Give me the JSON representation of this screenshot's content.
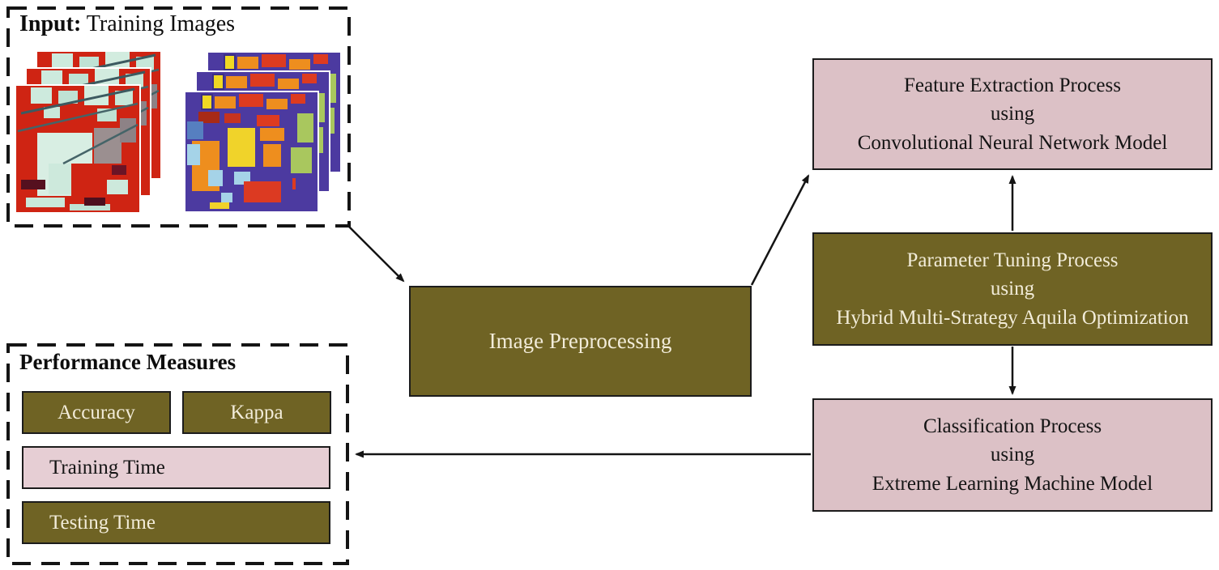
{
  "figure": {
    "input": {
      "label_bold": "Input:",
      "label_rest": " Training Images",
      "icons": [
        {
          "name": "hyperspectral-image-stack"
        },
        {
          "name": "ground-truth-map-stack"
        }
      ]
    },
    "preprocess": {
      "line1": "Image Preprocessing"
    },
    "feature": {
      "line1": "Feature Extraction Process",
      "line2": "using",
      "line3": "Convolutional Neural Network Model"
    },
    "tuning": {
      "line1": "Parameter Tuning Process",
      "line2": "using",
      "line3": "Hybrid Multi-Strategy Aquila Optimization"
    },
    "classify": {
      "line1": "Classification Process",
      "line2": "using",
      "line3": "Extreme Learning Machine Model"
    },
    "performance": {
      "title": "Performance Measures",
      "items": [
        "Accuracy",
        "Kappa",
        "Training Time",
        "Testing Time"
      ]
    },
    "colors": {
      "olive": "#6f6324",
      "pink": "#dcc1c6",
      "pink_light": "#e6ced4",
      "cream_text": "#f2ecd9",
      "line": "#141414",
      "map_purple": "#4c3aa0",
      "satellite_red": "#cf2413"
    }
  }
}
